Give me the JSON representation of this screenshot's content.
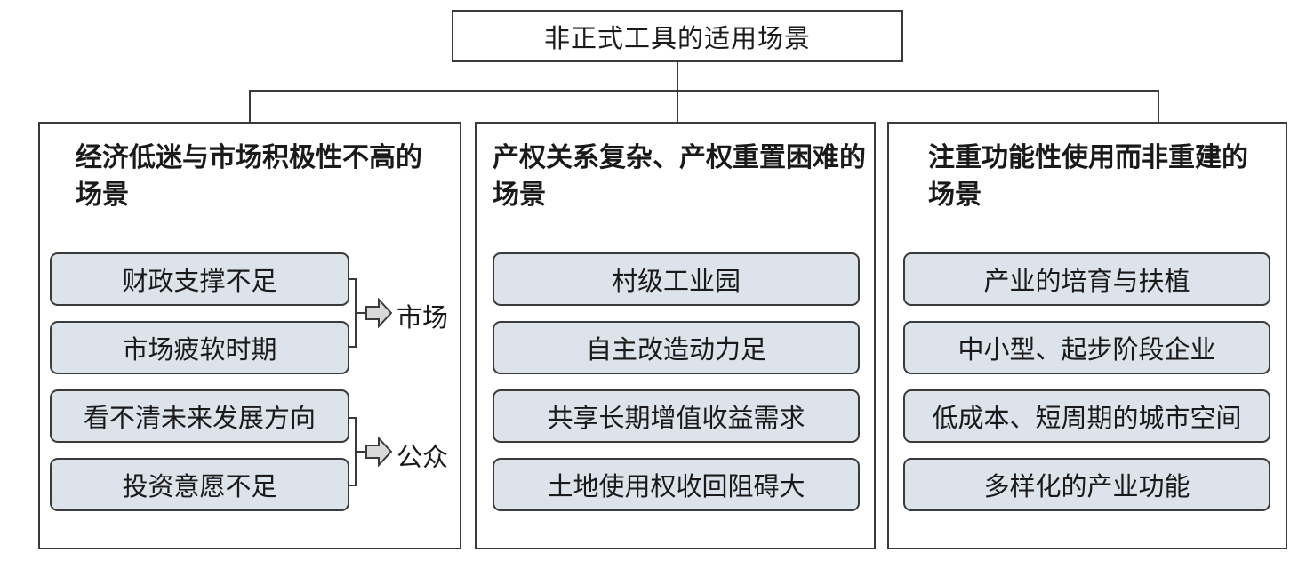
{
  "root": {
    "title": "非正式工具的适用场景"
  },
  "panels": [
    {
      "title": "经济低迷与市场积极性不高的场景",
      "items": [
        "财政支撑不足",
        "市场疲软时期",
        "看不清未来发展方向",
        "投资意愿不足"
      ],
      "groups": [
        {
          "label": "市场",
          "items": [
            0,
            1
          ]
        },
        {
          "label": "公众",
          "items": [
            2,
            3
          ]
        }
      ]
    },
    {
      "title": "产权关系复杂、产权重置困难的场景",
      "items": [
        "村级工业园",
        "自主改造动力足",
        "共享长期增值收益需求",
        "土地使用权收回阻碍大"
      ]
    },
    {
      "title": "注重功能性使用而非重建的场景",
      "items": [
        "产业的培育与扶植",
        "中小型、起步阶段企业",
        "低成本、短周期的城市空间",
        "多样化的产业功能"
      ]
    }
  ],
  "colors": {
    "item_fill": "#dde3ea",
    "stroke": "#3a3a3a",
    "arrow_fill": "#d9d9d9"
  }
}
